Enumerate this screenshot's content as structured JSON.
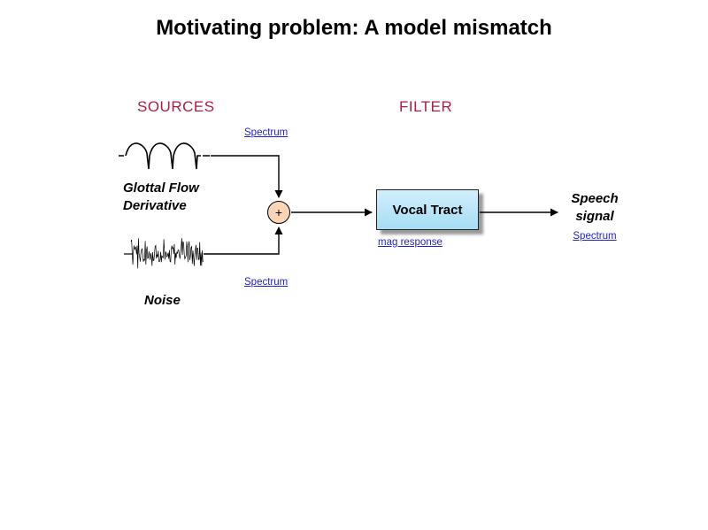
{
  "title": "Motivating problem: A model mismatch",
  "sections": {
    "sources": "SOURCES",
    "filter": "FILTER"
  },
  "nodes": {
    "glottal_label_line1": "Glottal Flow",
    "glottal_label_line2": "Derivative",
    "noise_label": "Noise",
    "sum_symbol": "+",
    "vocal_tract_label": "Vocal Tract",
    "speech_label_line1": "Speech",
    "speech_label_line2": "signal"
  },
  "links": {
    "spectrum_glottal": "Spectrum",
    "spectrum_noise": "Spectrum",
    "spectrum_speech": "Spectrum",
    "mag_response": "mag response"
  },
  "icons": {
    "glottal_waveform": "glottal-flow-derivative-waveform",
    "noise_waveform": "noise-waveform"
  },
  "colors": {
    "heading_red": "#AA1F3F",
    "link_blue": "#2222CC",
    "sum_fill": "#FBD5B5",
    "box_fill_top": "#D2EFFC",
    "box_fill_bottom": "#A6DDF4",
    "line_black": "#000000",
    "shadow_gray": "#999999"
  }
}
